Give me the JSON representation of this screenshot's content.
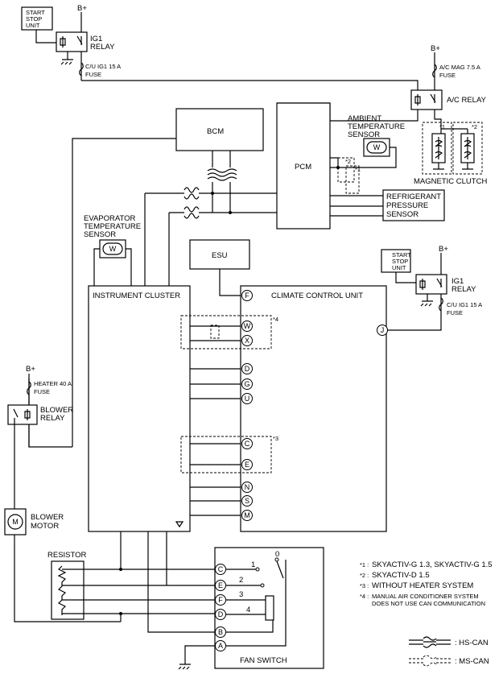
{
  "labels": {
    "start_stop_unit_top": [
      "START",
      "STOP",
      "UNIT"
    ],
    "start_stop_unit_right": [
      "START",
      "STOP",
      "UNIT"
    ],
    "b_plus": "B+",
    "ig1_relay": [
      "IG1",
      "RELAY"
    ],
    "cu_ig1_fuse": [
      "C/U IG1 15 A",
      "FUSE"
    ],
    "ac_mag_fuse": [
      "A/C MAG 7.5 A",
      "FUSE"
    ],
    "ac_relay": "A/C RELAY",
    "bcm": "BCM",
    "pcm": "PCM",
    "ambient_sensor": [
      "AMBIENT",
      "TEMPERATURE",
      "SENSOR"
    ],
    "magnetic_clutch": "MAGNETIC CLUTCH",
    "refrigerant_sensor": [
      "REFRIGERANT",
      "PRESSURE",
      "SENSOR"
    ],
    "evaporator_sensor": [
      "EVAPORATOR",
      "TEMPERATURE",
      "SENSOR"
    ],
    "esu": "ESU",
    "instrument_cluster": "INSTRUMENT CLUSTER",
    "climate_control_unit": "CLIMATE CONTROL UNIT",
    "heater_fuse": [
      "HEATER 40 A",
      "FUSE"
    ],
    "blower_relay": [
      "BLOWER",
      "RELAY"
    ],
    "blower_motor": [
      "BLOWER",
      "MOTOR"
    ],
    "resistor": "RESISTOR",
    "fan_switch": "FAN SWITCH",
    "hs_can": ": HS-CAN",
    "ms_can": ": MS-CAN",
    "motor_symbol": "M",
    "thermistor_symbol": "W"
  },
  "ccu_pins": [
    "F",
    "W",
    "X",
    "J",
    "D",
    "G",
    "U",
    "C",
    "E",
    "N",
    "S",
    "M"
  ],
  "fan_switch_pins": [
    "C",
    "E",
    "F",
    "D",
    "B",
    "A"
  ],
  "fan_positions": [
    "0",
    "1",
    "2",
    "3",
    "4"
  ],
  "note_marks": [
    "*1",
    "*2",
    "*3",
    "*4"
  ],
  "notes": [
    {
      "mark": "*1 :",
      "text": "SKYACTIV-G 1.3, SKYACTIV-G 1.5"
    },
    {
      "mark": "*2 :",
      "text": "SKYACTIV-D 1.5"
    },
    {
      "mark": "*3 :",
      "text": "WITHOUT HEATER SYSTEM"
    },
    {
      "mark": "*4 :",
      "text": "MANUAL AIR CONDITIONER SYSTEM",
      "text2": "DOES NOT USE CAN COMMUNICATION"
    }
  ]
}
